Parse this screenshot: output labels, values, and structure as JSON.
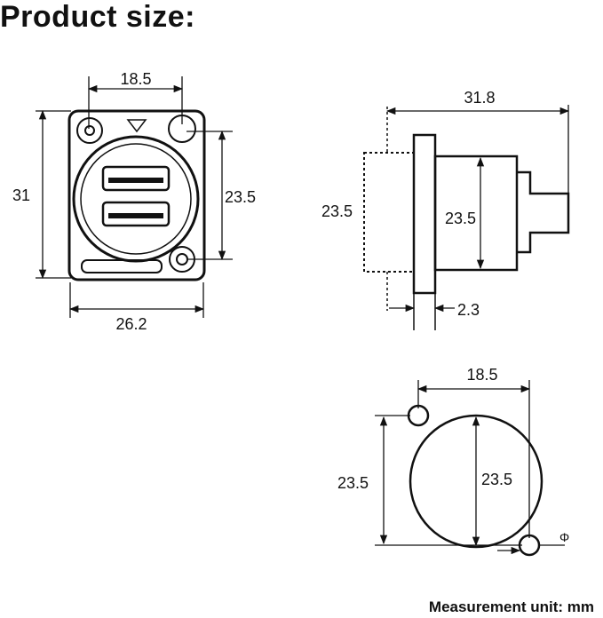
{
  "title": "Product size:",
  "unit_note": "Measurement unit: mm",
  "front_view": {
    "top_width": "18.5",
    "height": "31",
    "hole_height": "23.5",
    "bottom_width": "26.2"
  },
  "side_view": {
    "length": "31.8",
    "front_height": "23.5",
    "body_height": "23.5",
    "flange_thickness": "2.3"
  },
  "cutout_view": {
    "width": "18.5",
    "height": "23.5",
    "circle_diameter": "23.5",
    "hole_symbol": "Φ"
  },
  "colors": {
    "line": "#111111",
    "body_fill": "#ffffff"
  }
}
